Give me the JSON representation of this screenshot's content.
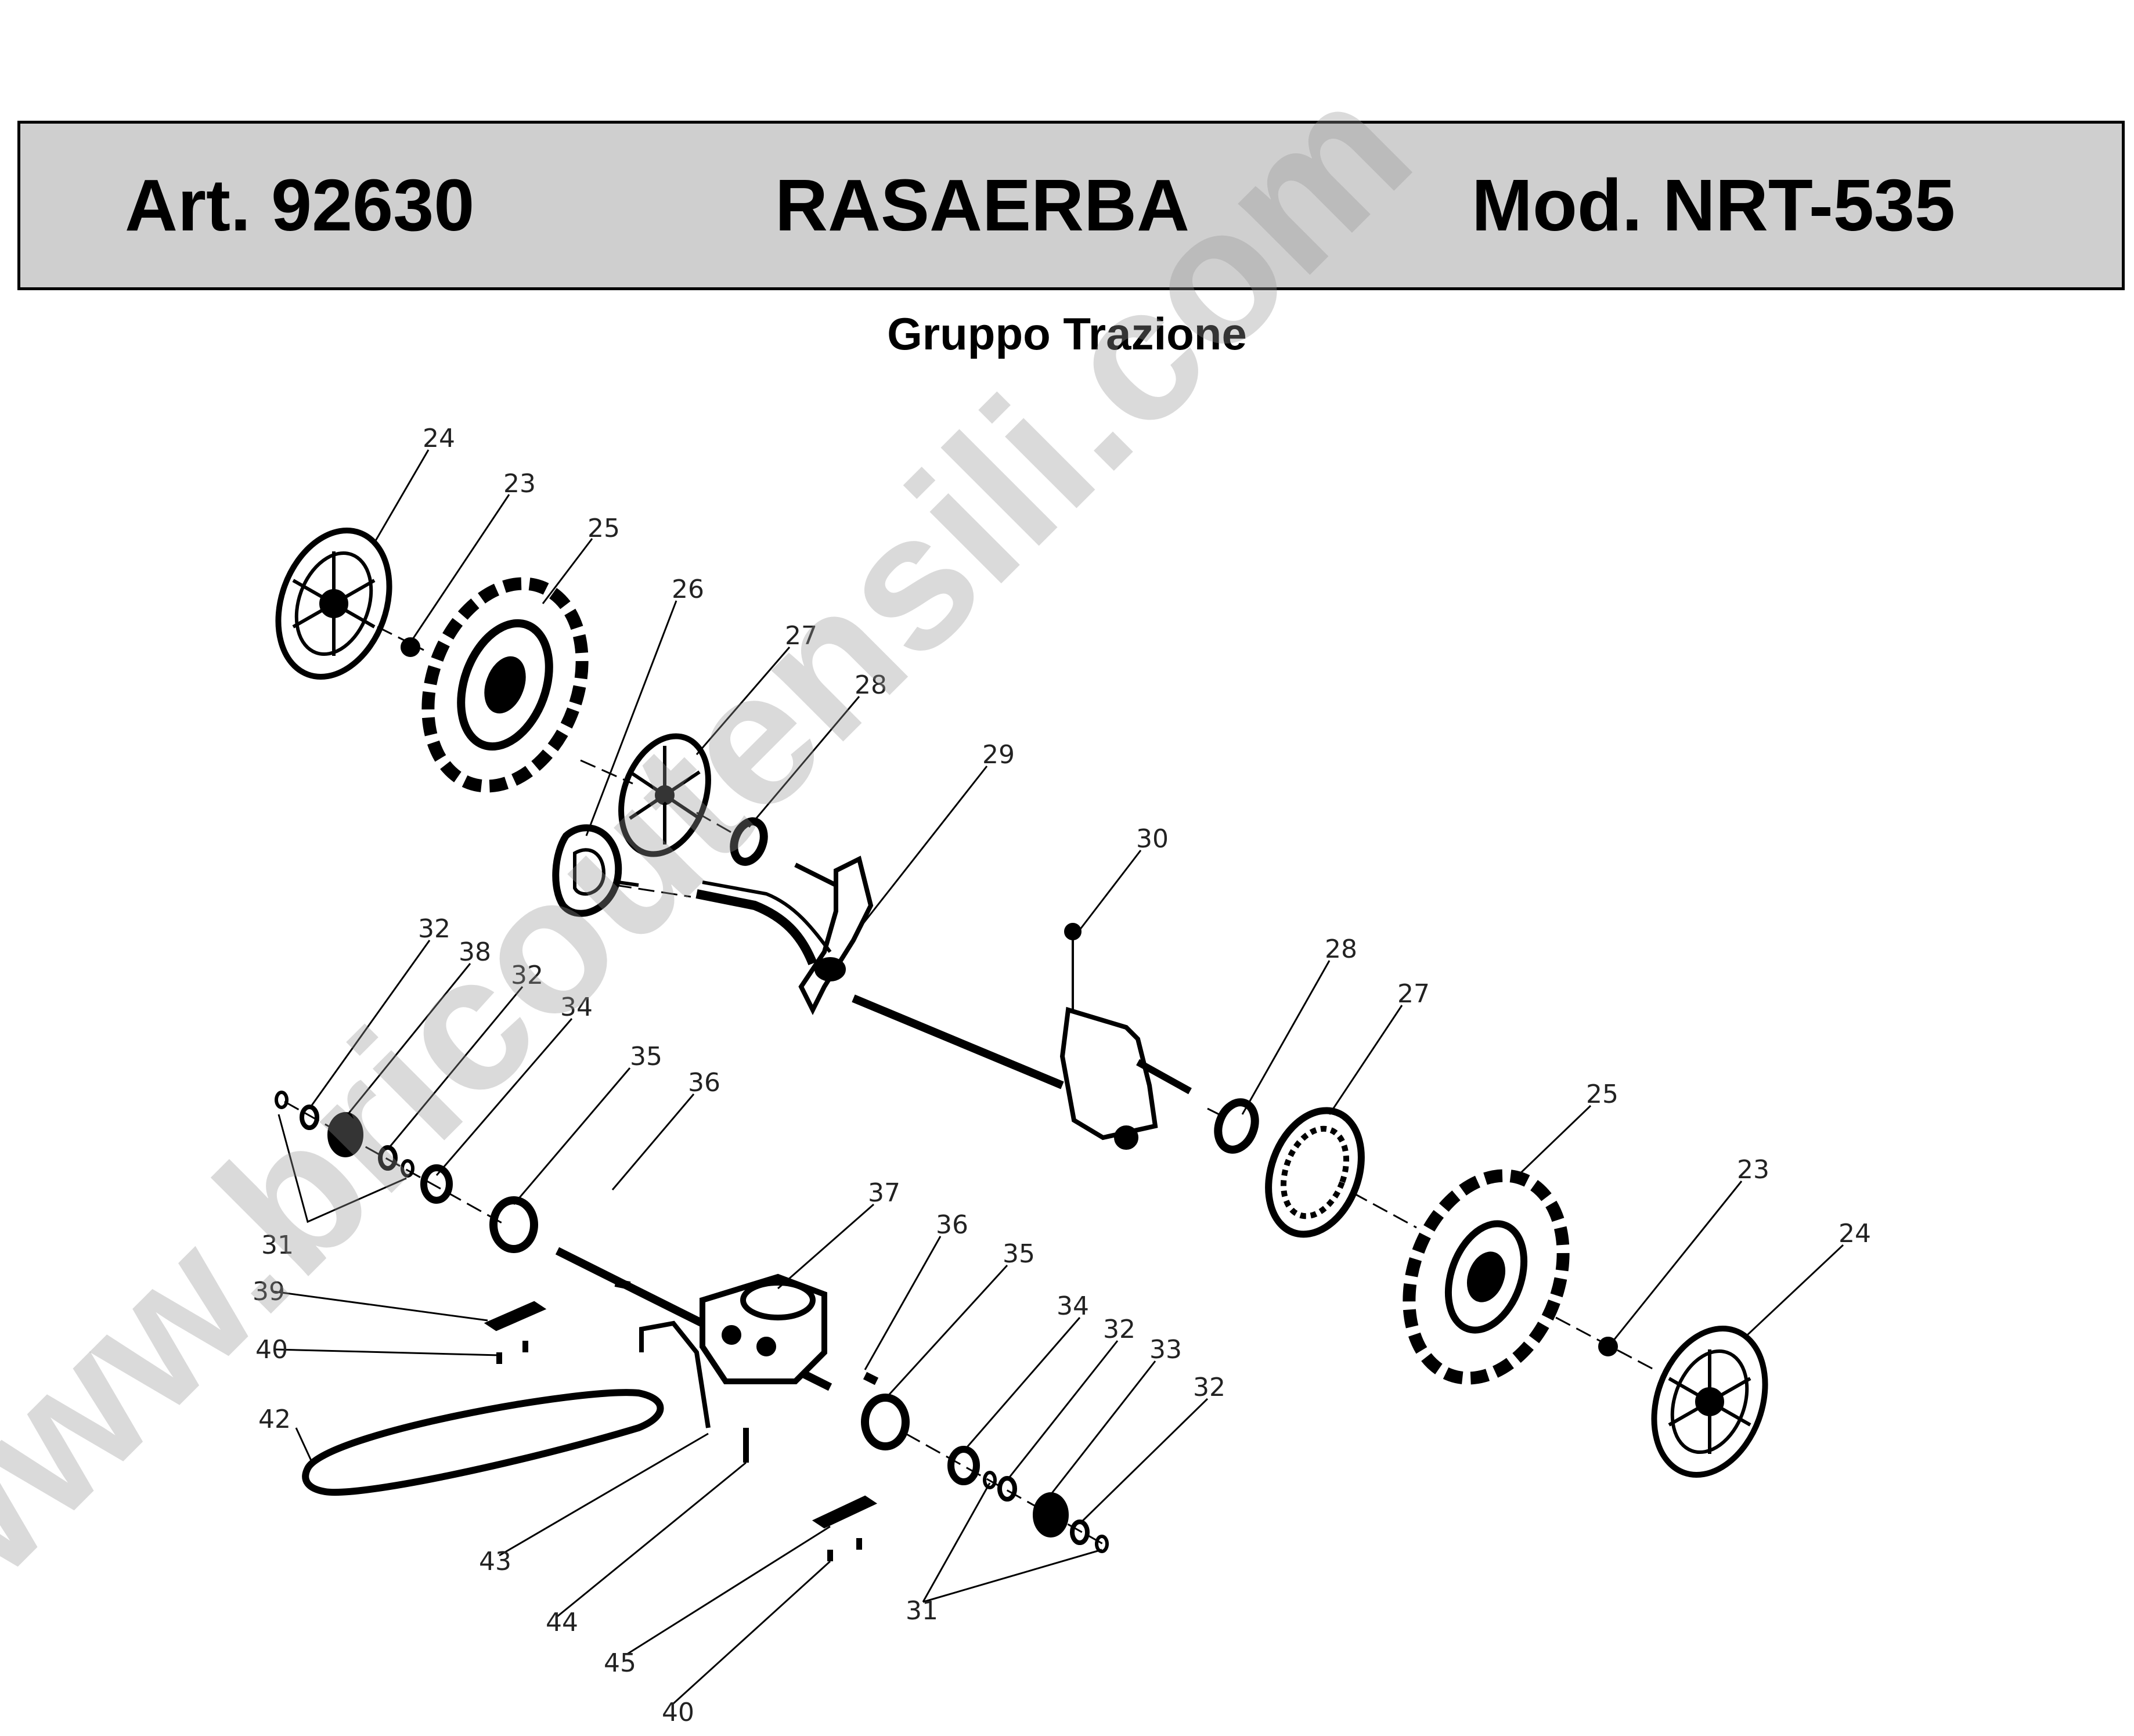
{
  "header": {
    "art": "Art. 92630",
    "title": "RASAERBA",
    "model": "Mod. NRT-535"
  },
  "subtitle": "Gruppo Trazione",
  "watermark": "www.bricoutensili.com",
  "callouts": {
    "c24a": "24",
    "c23a": "23",
    "c25a": "25",
    "c26": "26",
    "c27a": "27",
    "c28a": "28",
    "c29": "29",
    "c30": "30",
    "c28b": "28",
    "c27b": "27",
    "c25b": "25",
    "c23b": "23",
    "c24b": "24",
    "c32a": "32",
    "c38": "38",
    "c32b": "32",
    "c34a": "34",
    "c35a": "35",
    "c36a": "36",
    "c31a": "31",
    "c39": "39",
    "c40a": "40",
    "c42": "42",
    "c37": "37",
    "c36b": "36",
    "c35b": "35",
    "c34b": "34",
    "c32c": "32",
    "c33": "33",
    "c32d": "32",
    "c43": "43",
    "c44": "44",
    "c45": "45",
    "c31b": "31",
    "c40b": "40"
  }
}
